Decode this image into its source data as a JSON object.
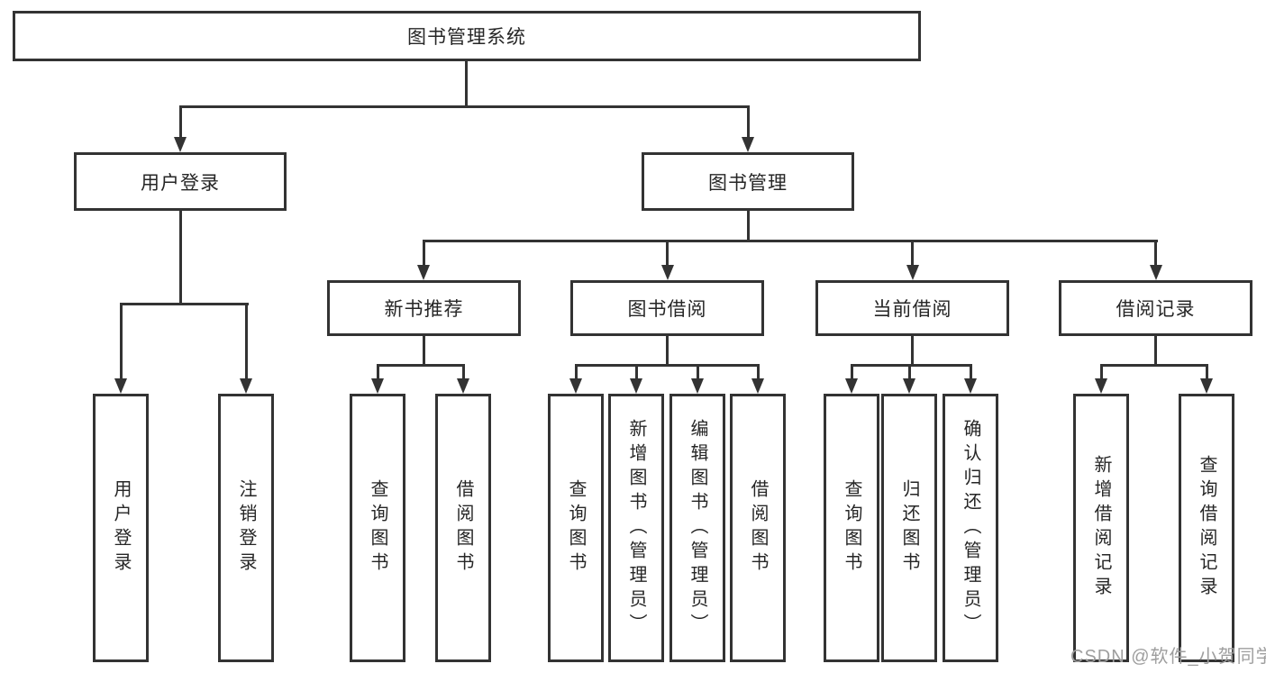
{
  "diagram": {
    "type": "hierarchy-tree",
    "title": "图书管理系统",
    "tree": {
      "label": "图书管理系统",
      "children": [
        {
          "label": "用户登录",
          "children": [
            {
              "label": "用户登录"
            },
            {
              "label": "注销登录"
            }
          ]
        },
        {
          "label": "图书管理",
          "children": [
            {
              "label": "新书推荐",
              "children": [
                {
                  "label": "查询图书"
                },
                {
                  "label": "借阅图书"
                }
              ]
            },
            {
              "label": "图书借阅",
              "children": [
                {
                  "label": "查询图书"
                },
                {
                  "label": "新增图书（管理员）"
                },
                {
                  "label": "编辑图书（管理员）"
                },
                {
                  "label": "借阅图书"
                }
              ]
            },
            {
              "label": "当前借阅",
              "children": [
                {
                  "label": "查询图书"
                },
                {
                  "label": "归还图书"
                },
                {
                  "label": "确认归还（管理员）"
                }
              ]
            },
            {
              "label": "借阅记录",
              "children": [
                {
                  "label": "新增借阅记录"
                },
                {
                  "label": "查询借阅记录"
                }
              ]
            }
          ]
        }
      ]
    }
  },
  "watermark": {
    "text": "CSDN @软件_小贺同学"
  },
  "colors": {
    "line": "#333333",
    "text": "#262626",
    "background": "#ffffff",
    "watermark": "#9e9e9e"
  }
}
